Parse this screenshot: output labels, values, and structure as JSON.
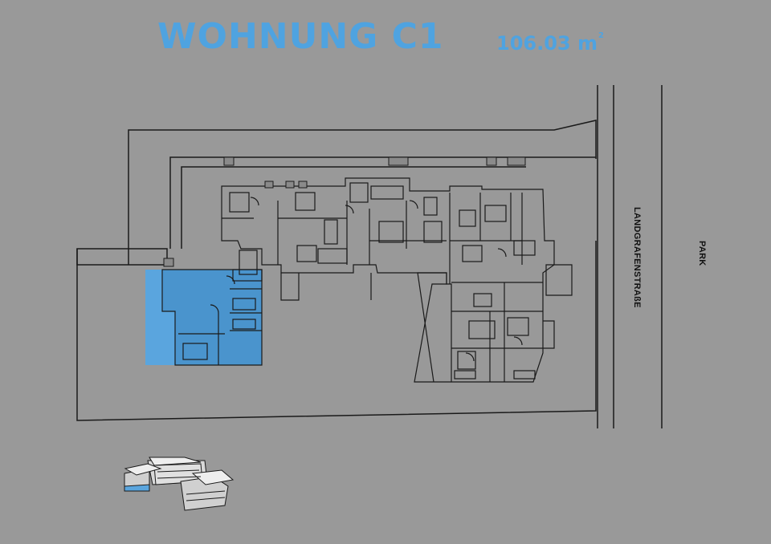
{
  "header": {
    "title": "WOHNUNG C1",
    "area_value": "106.03 m",
    "area_unit_sup": "2"
  },
  "labels": {
    "street": "LANDGRAFENSTRAßE",
    "park": "PARK"
  },
  "colors": {
    "background": "#999999",
    "highlight": "#5aa5de",
    "accent_text": "#4fa3e0",
    "lines": "#1a1a1a"
  }
}
